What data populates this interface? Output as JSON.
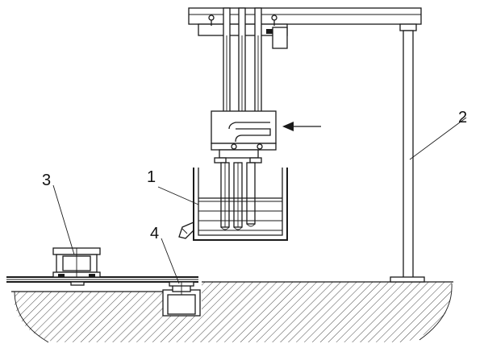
{
  "labels": {
    "n1": "1",
    "n2": "2",
    "n3": "3",
    "n4": "4"
  },
  "hatch_color": "#1a1a1a",
  "ink_color": "#1a1a1a"
}
